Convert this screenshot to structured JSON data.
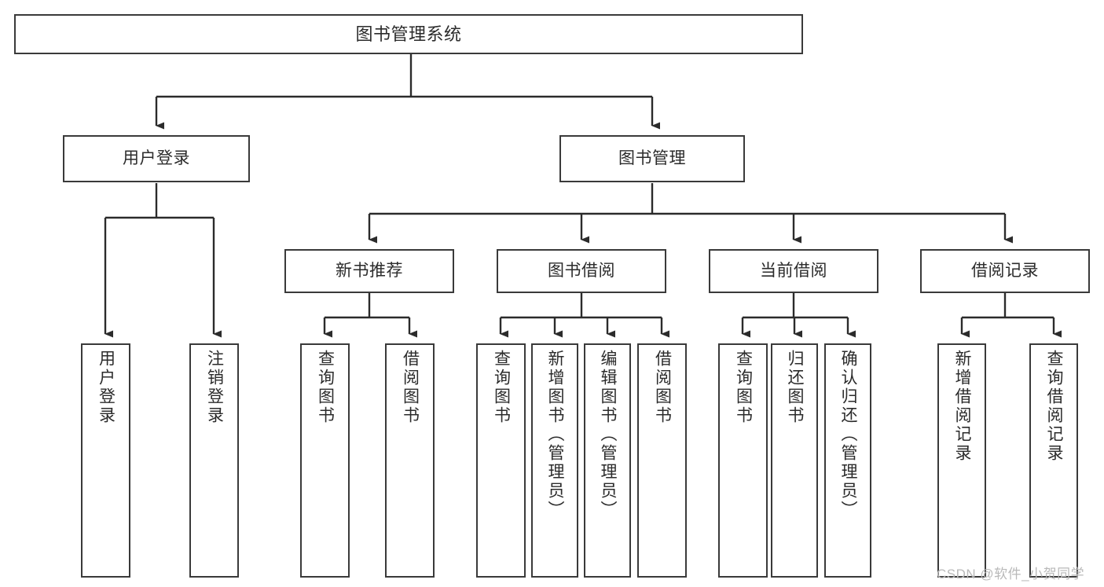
{
  "diagram": {
    "title": "图书管理系统",
    "type": "tree-hierarchy-diagram",
    "colors": {
      "box_border": "#3a3a3a",
      "box_fill": "#ffffff",
      "edge": "#2b2b2b",
      "text": "#2b2b2b",
      "watermark": "#b9b9b9",
      "background": "#ffffff"
    },
    "root": {
      "label": "图书管理系统"
    },
    "level2": [
      {
        "label": "用户登录"
      },
      {
        "label": "图书管理"
      }
    ],
    "level3": [
      {
        "label": "新书推荐"
      },
      {
        "label": "图书借阅"
      },
      {
        "label": "当前借阅"
      },
      {
        "label": "借阅记录"
      }
    ],
    "leaves": {
      "user_login": [
        {
          "label": "用户登录"
        },
        {
          "label": "注销登录"
        }
      ],
      "new_book_recommend": [
        {
          "label": "查询图书"
        },
        {
          "label": "借阅图书"
        }
      ],
      "book_borrow": [
        {
          "label": "查询图书"
        },
        {
          "label": "新增图书（管理员）"
        },
        {
          "label": "编辑图书（管理员）"
        },
        {
          "label": "借阅图书"
        }
      ],
      "current_borrow": [
        {
          "label": "查询图书"
        },
        {
          "label": "归还图书"
        },
        {
          "label": "确认归还（管理员）"
        }
      ],
      "borrow_record": [
        {
          "label": "新增借阅记录"
        },
        {
          "label": "查询借阅记录"
        }
      ]
    },
    "watermark": "CSDN @软件_小贺同学"
  }
}
